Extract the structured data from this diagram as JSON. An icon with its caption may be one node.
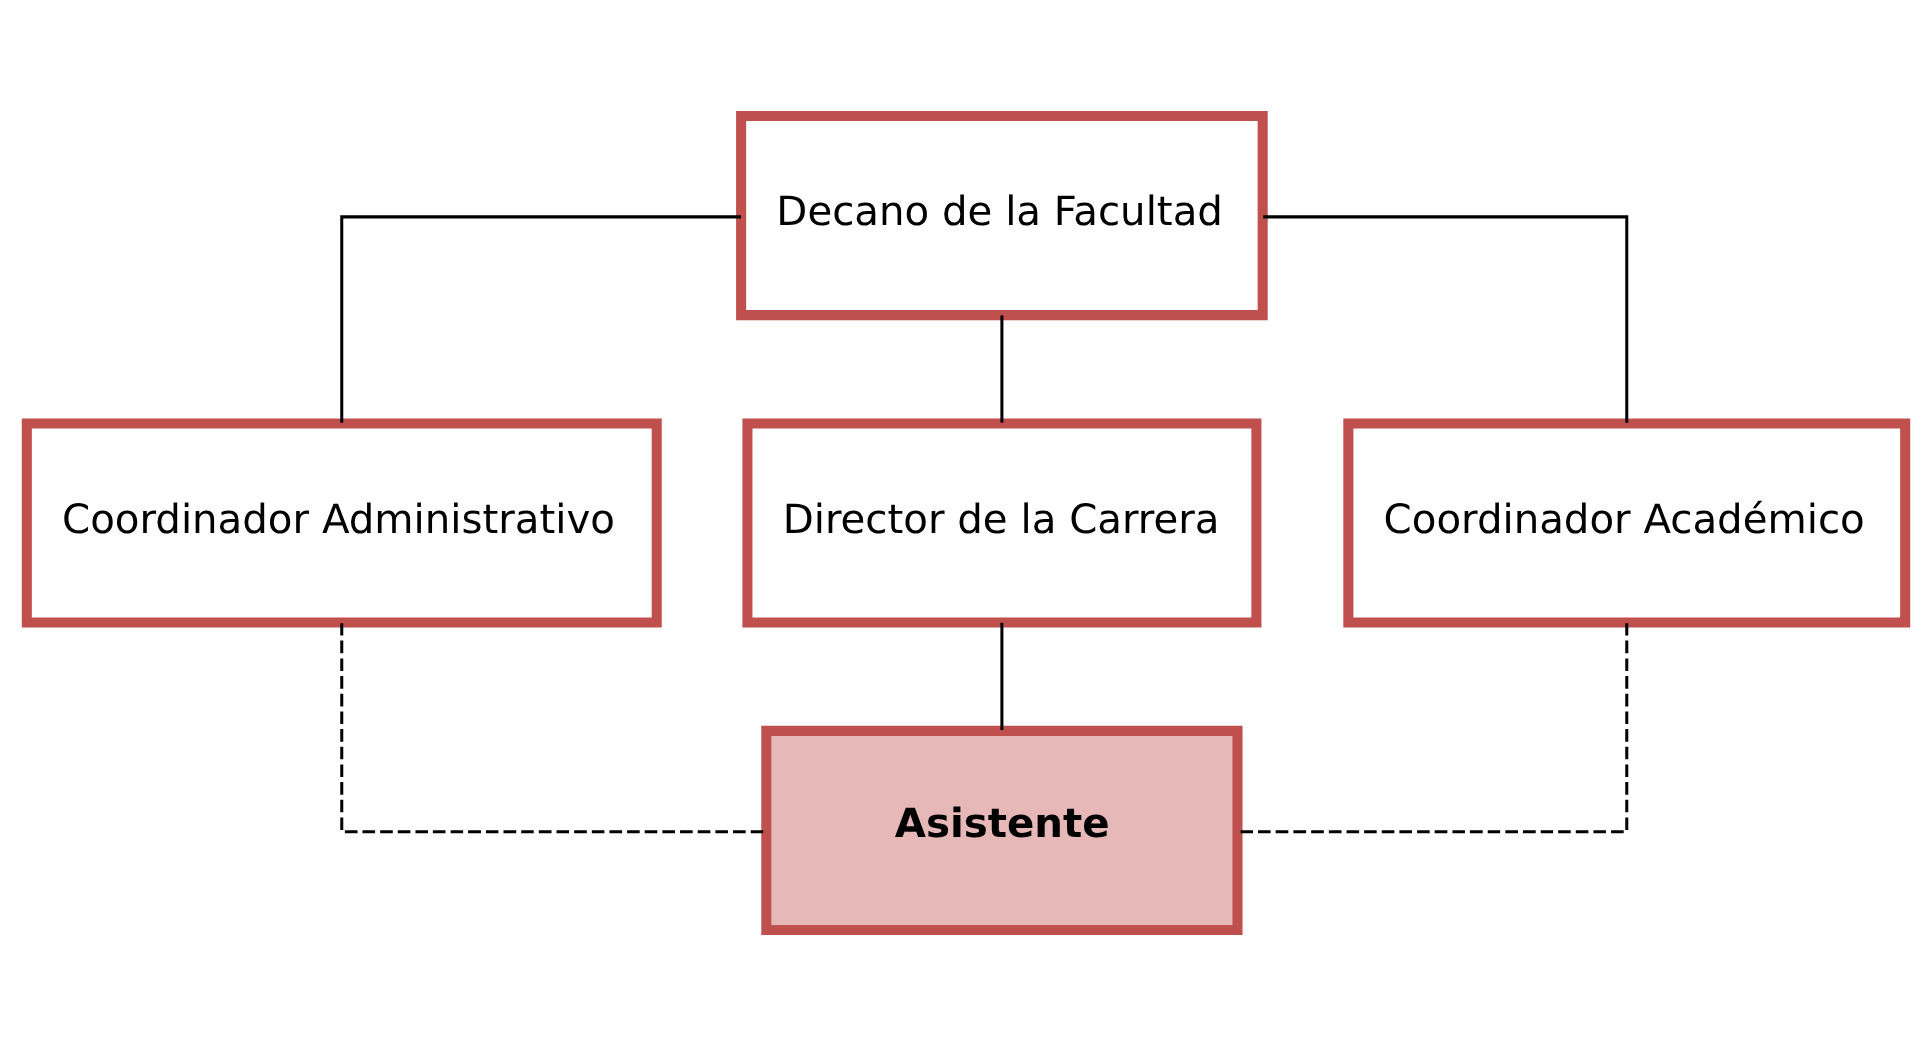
{
  "diagram": {
    "nodes": [
      {
        "text": [
          "Decano de la Facultad"
        ]
      },
      {
        "text": [
          "Coordinador Administrativo"
        ]
      },
      {
        "text": [
          "Director de la Carrera"
        ]
      },
      {
        "text": [
          "Coordinador Académico"
        ]
      },
      {
        "text": [
          "Asistente"
        ]
      }
    ],
    "edges": [
      {
        "from": 0,
        "to": 1,
        "arrow": "none"
      },
      {
        "from": 0,
        "to": 2,
        "arrow": "none"
      },
      {
        "from": 0,
        "to": 3,
        "arrow": "none"
      },
      {
        "from": 2,
        "to": 4,
        "arrow": "none"
      },
      {
        "from": 1,
        "to": 4,
        "arrow": "none",
        "style": "dashed"
      },
      {
        "from": 3,
        "to": 4,
        "arrow": "none",
        "style": "dashed"
      }
    ]
  }
}
